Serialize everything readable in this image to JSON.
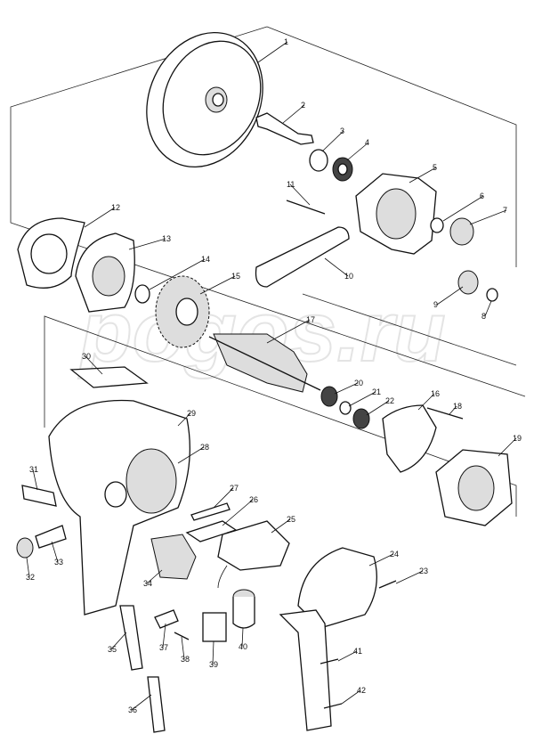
{
  "diagram": {
    "title": "Exploded parts diagram",
    "watermark": "pogos.ru",
    "callouts": [
      "1",
      "2",
      "3",
      "4",
      "5",
      "6",
      "7",
      "8",
      "9",
      "10",
      "11",
      "12",
      "13",
      "14",
      "15",
      "16",
      "17",
      "18",
      "19",
      "20",
      "21",
      "22",
      "23",
      "24",
      "25",
      "26",
      "27",
      "28",
      "29",
      "30",
      "31",
      "32",
      "33",
      "34",
      "35",
      "36",
      "37",
      "38",
      "39",
      "40",
      "41",
      "42"
    ]
  }
}
